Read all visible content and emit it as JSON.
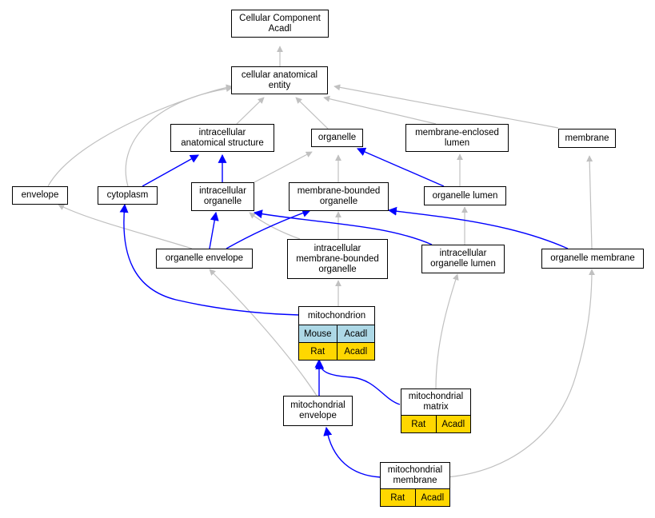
{
  "colors": {
    "blue_edge": "#0000ff",
    "gray_edge": "#c0c0c0",
    "mouse_fill": "#add8e6",
    "rat_fill": "#ffd700"
  },
  "nodes": {
    "root": "Cellular Component\nAcadl",
    "cae": "cellular anatomical\nentity",
    "ias": "intracellular\nanatomical structure",
    "organelle": "organelle",
    "mel": "membrane-enclosed\nlumen",
    "membrane": "membrane",
    "envelope": "envelope",
    "cytoplasm": "cytoplasm",
    "io": "intracellular\norganelle",
    "mbo": "membrane-bounded\norganelle",
    "ol": "organelle lumen",
    "oe": "organelle envelope",
    "imbo": "intracellular\nmembrane-bounded\norganelle",
    "iol": "intracellular\norganelle lumen",
    "om": "organelle membrane",
    "me": "mitochondrial\nenvelope"
  },
  "tables": {
    "mito": {
      "title": "mitochondrion",
      "rows": [
        [
          "Mouse",
          "Acadl"
        ],
        [
          "Rat",
          "Acadl"
        ]
      ]
    },
    "matrix": {
      "title": "mitochondrial\nmatrix",
      "rows": [
        [
          "Rat",
          "Acadl"
        ]
      ]
    },
    "mm": {
      "title": "mitochondrial\nmembrane",
      "rows": [
        [
          "Rat",
          "Acadl"
        ]
      ]
    }
  }
}
